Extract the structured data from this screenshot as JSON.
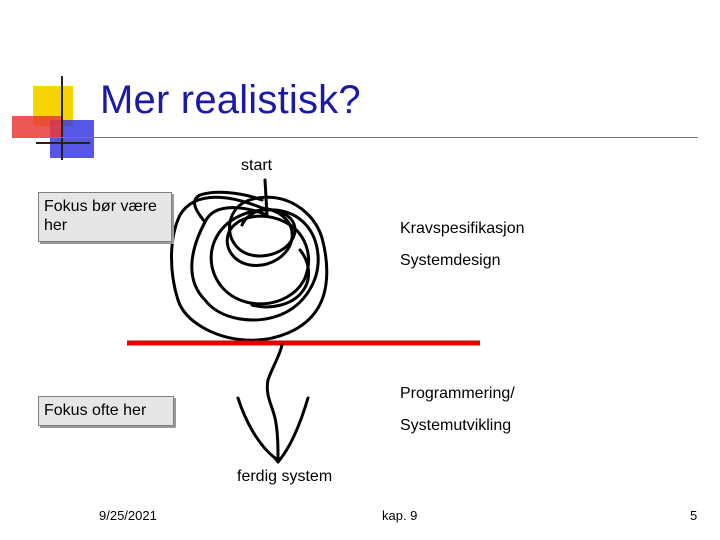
{
  "slide": {
    "title": "Mer realistisk?",
    "accent_colors": {
      "yellow": "#f5d400",
      "red": "#e83a3a",
      "blue": "#3a3ae0",
      "title": "#1a1aa6",
      "divider": "#e00000"
    }
  },
  "diagram": {
    "start_label": "start",
    "end_label": "ferdig system",
    "focus_should": "Fokus bør være her",
    "focus_often": "Fokus ofte her",
    "phase_requirements": "Kravspesifikasjon",
    "phase_design": "Systemdesign",
    "phase_programming": "Programmering/",
    "phase_development": "Systemutvikling"
  },
  "footer": {
    "date": "9/25/2021",
    "chapter": "kap. 9",
    "page": "5"
  }
}
